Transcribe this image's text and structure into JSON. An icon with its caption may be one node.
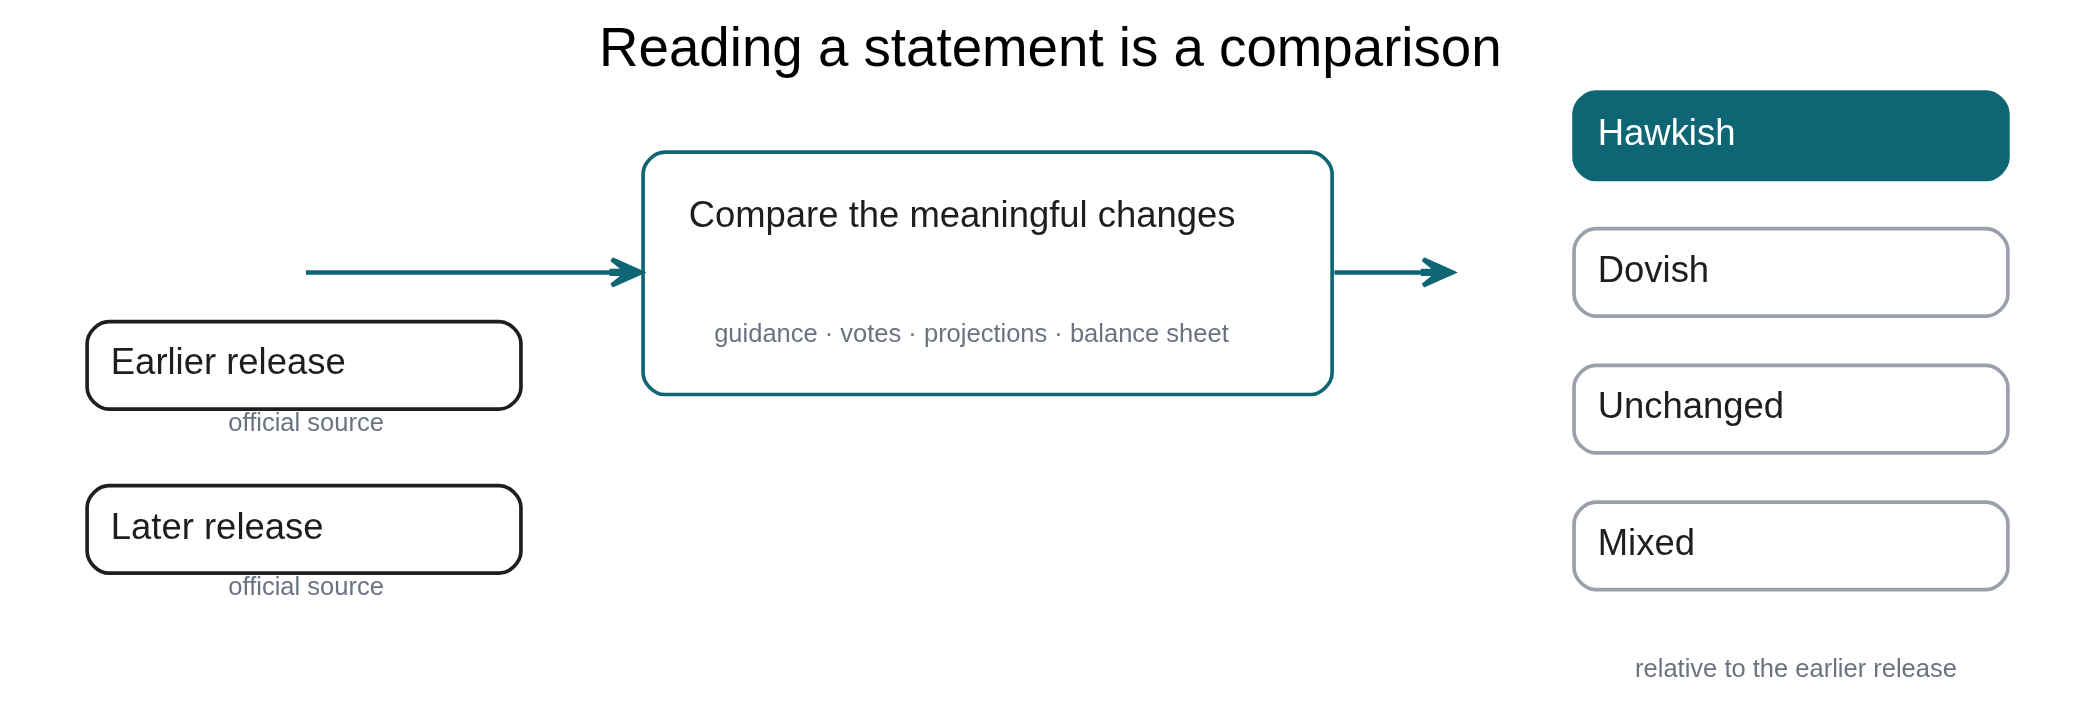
{
  "diagram": {
    "title": "Reading a statement is a comparison",
    "nodes": [
      {
        "text": [
          "Earlier release"
        ],
        "beside": [
          "official source"
        ]
      },
      {
        "text": [
          "Later release"
        ],
        "beside": [
          "official source"
        ]
      },
      {
        "text": [
          "Compare the meaningful changes",
          "guidance · votes · projections · balance sheet"
        ]
      },
      {
        "text": [
          "Hawkish"
        ]
      },
      {
        "text": [
          "Dovish"
        ]
      },
      {
        "text": [
          "Unchanged"
        ]
      },
      {
        "text": [
          "Mixed"
        ]
      }
    ],
    "edges": [
      {
        "from": null,
        "to": 2,
        "arrow": "to"
      },
      {
        "from": 2,
        "to": null,
        "arrow": "to"
      }
    ],
    "labels": [
      "relative to the earlier release"
    ]
  }
}
